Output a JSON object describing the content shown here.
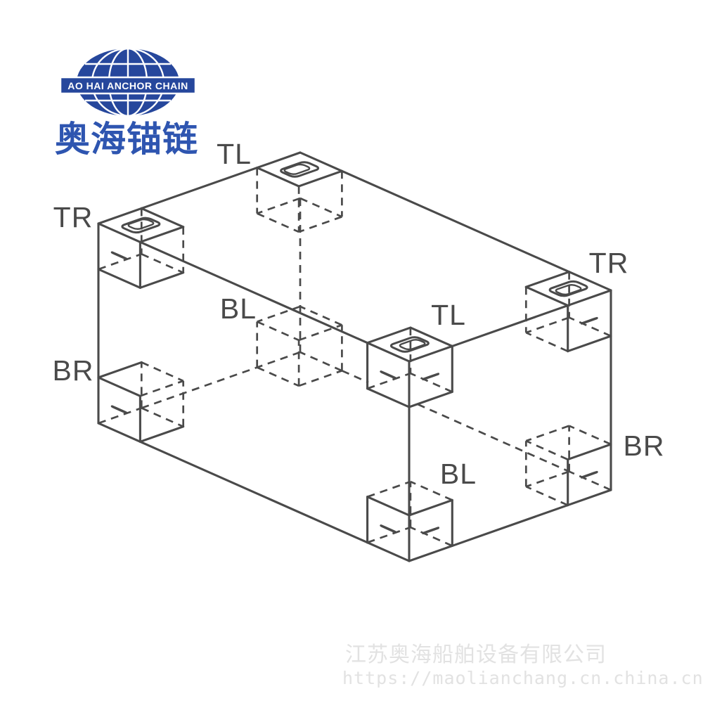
{
  "logo": {
    "banner_text": "AO HAI ANCHOR CHAIN",
    "chinese_name": "奥海锚链",
    "globe_color": "#26479c",
    "chinese_name_color": "#2e55b0"
  },
  "diagram": {
    "line_color": "#4a4a4a",
    "label_color": "#4a4a4a",
    "corner_labels": [
      {
        "id": "top-back",
        "text": "TL"
      },
      {
        "id": "top-left",
        "text": "TR"
      },
      {
        "id": "top-right",
        "text": "TR"
      },
      {
        "id": "top-front",
        "text": "TL"
      },
      {
        "id": "bottom-back",
        "text": "BL"
      },
      {
        "id": "bottom-left",
        "text": "BR"
      },
      {
        "id": "bottom-right",
        "text": "BR"
      },
      {
        "id": "bottom-front",
        "text": "BL"
      }
    ]
  },
  "watermark": {
    "company": "江苏奥海船舶设备有限公司",
    "url": "https://maolianchang.cn.china.cn",
    "color": "#e2e2e2"
  }
}
